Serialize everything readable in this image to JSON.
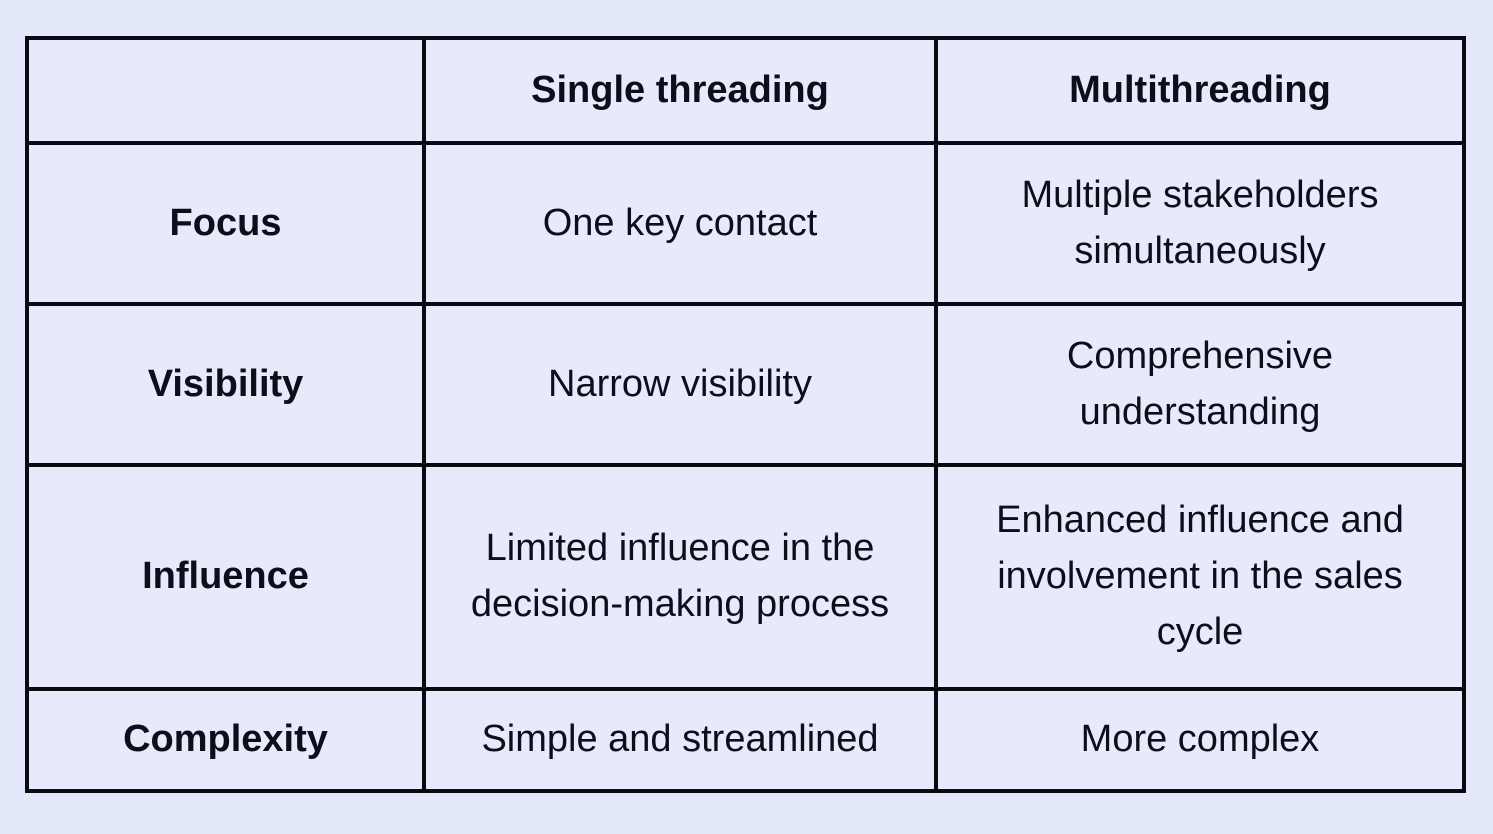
{
  "page": {
    "background_color": "#e4e8fb",
    "cell_background_color": "#e7eafb",
    "border_color": "#0a0a12",
    "text_color": "#0e0e1a"
  },
  "table": {
    "columns": [
      "",
      "Single threading",
      "Multithreading"
    ],
    "rows": [
      {
        "label": "Focus",
        "single": "One key contact",
        "multi": "Multiple stakeholders simultaneously"
      },
      {
        "label": "Visibility",
        "single": "Narrow visibility",
        "multi": "Comprehensive understanding"
      },
      {
        "label": "Influence",
        "single": "Limited influence in the decision-making process",
        "multi": "Enhanced influence and involvement in the sales cycle"
      },
      {
        "label": "Complexity",
        "single": "Simple and streamlined",
        "multi": "More complex"
      }
    ]
  },
  "chart_data": {
    "type": "table",
    "title": "",
    "columns": [
      "",
      "Single threading",
      "Multithreading"
    ],
    "rows": [
      [
        "Focus",
        "One key contact",
        "Multiple stakeholders simultaneously"
      ],
      [
        "Visibility",
        "Narrow visibility",
        "Comprehensive understanding"
      ],
      [
        "Influence",
        "Limited influence in the decision-making process",
        "Enhanced influence and involvement in the sales cycle"
      ],
      [
        "Complexity",
        "Simple and streamlined",
        "More complex"
      ]
    ]
  }
}
